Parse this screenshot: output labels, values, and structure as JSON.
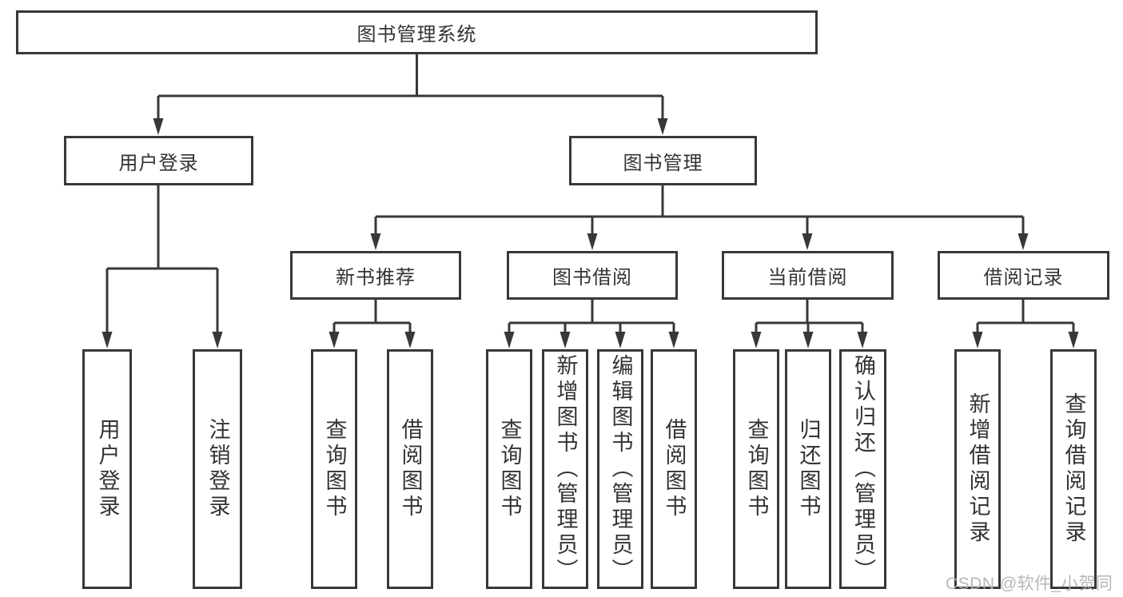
{
  "tree": {
    "root": "图书管理系统",
    "level2": [
      "用户登录",
      "图书管理"
    ],
    "level3": [
      "新书推荐",
      "图书借阅",
      "当前借阅",
      "借阅记录"
    ],
    "leaves": {
      "user": [
        "用户登录",
        "注销登录"
      ],
      "newbook": [
        "查询图书",
        "借阅图书"
      ],
      "borrow": [
        "查询图书",
        "新增图书（管理员）",
        "编辑图书（管理员）",
        "借阅图书"
      ],
      "current": [
        "查询图书",
        "归还图书",
        "确认归还（管理员）"
      ],
      "records": [
        "新增借阅记录",
        "查询借阅记录"
      ]
    }
  },
  "watermark": "CSDN @软件_小贺同学",
  "colors": {
    "line": "#383838",
    "text": "#333333",
    "watermark": "#b0b0b0",
    "background": "#ffffff"
  }
}
